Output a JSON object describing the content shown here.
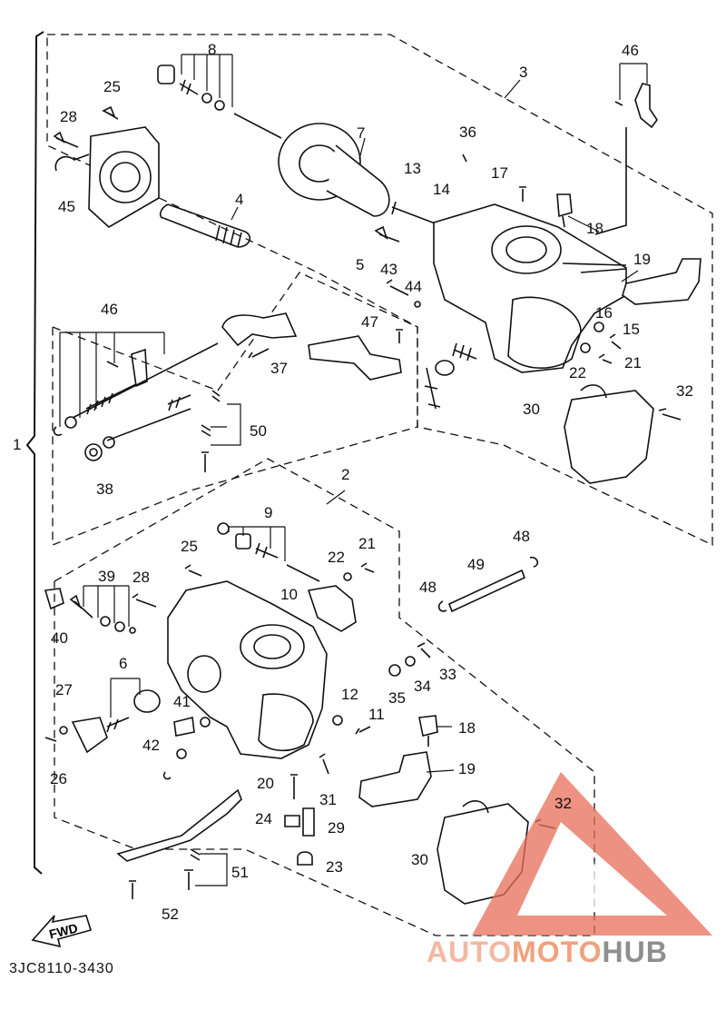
{
  "diagram_code": "3JC8110-3430",
  "fwd_label": "FWD",
  "watermark": {
    "part1": "AUTO",
    "part2": "MOTO",
    "part3": "HUB"
  },
  "callouts": {
    "c1": "1",
    "c2": "2",
    "c3": "3",
    "c4": "4",
    "c5": "5",
    "c6": "6",
    "c7": "7",
    "c8": "8",
    "c9": "9",
    "c10": "10",
    "c11": "11",
    "c12": "12",
    "c13": "13",
    "c14": "14",
    "c15": "15",
    "c16": "16",
    "c17": "17",
    "c18a": "18",
    "c18b": "18",
    "c19a": "19",
    "c19b": "19",
    "c20": "20",
    "c21a": "21",
    "c21b": "21",
    "c22a": "22",
    "c22b": "22",
    "c23": "23",
    "c24": "24",
    "c25a": "25",
    "c25b": "25",
    "c26": "26",
    "c27": "27",
    "c28a": "28",
    "c28b": "28",
    "c29": "29",
    "c30a": "30",
    "c30b": "30",
    "c31": "31",
    "c32a": "32",
    "c32b": "32",
    "c33": "33",
    "c34": "34",
    "c35": "35",
    "c36": "36",
    "c37": "37",
    "c38": "38",
    "c39": "39",
    "c40": "40",
    "c41": "41",
    "c42": "42",
    "c43": "43",
    "c44": "44",
    "c45": "45",
    "c46a": "46",
    "c46b": "46",
    "c47": "47",
    "c48a": "48",
    "c48b": "48",
    "c49": "49",
    "c50": "50",
    "c51": "51",
    "c52": "52"
  }
}
